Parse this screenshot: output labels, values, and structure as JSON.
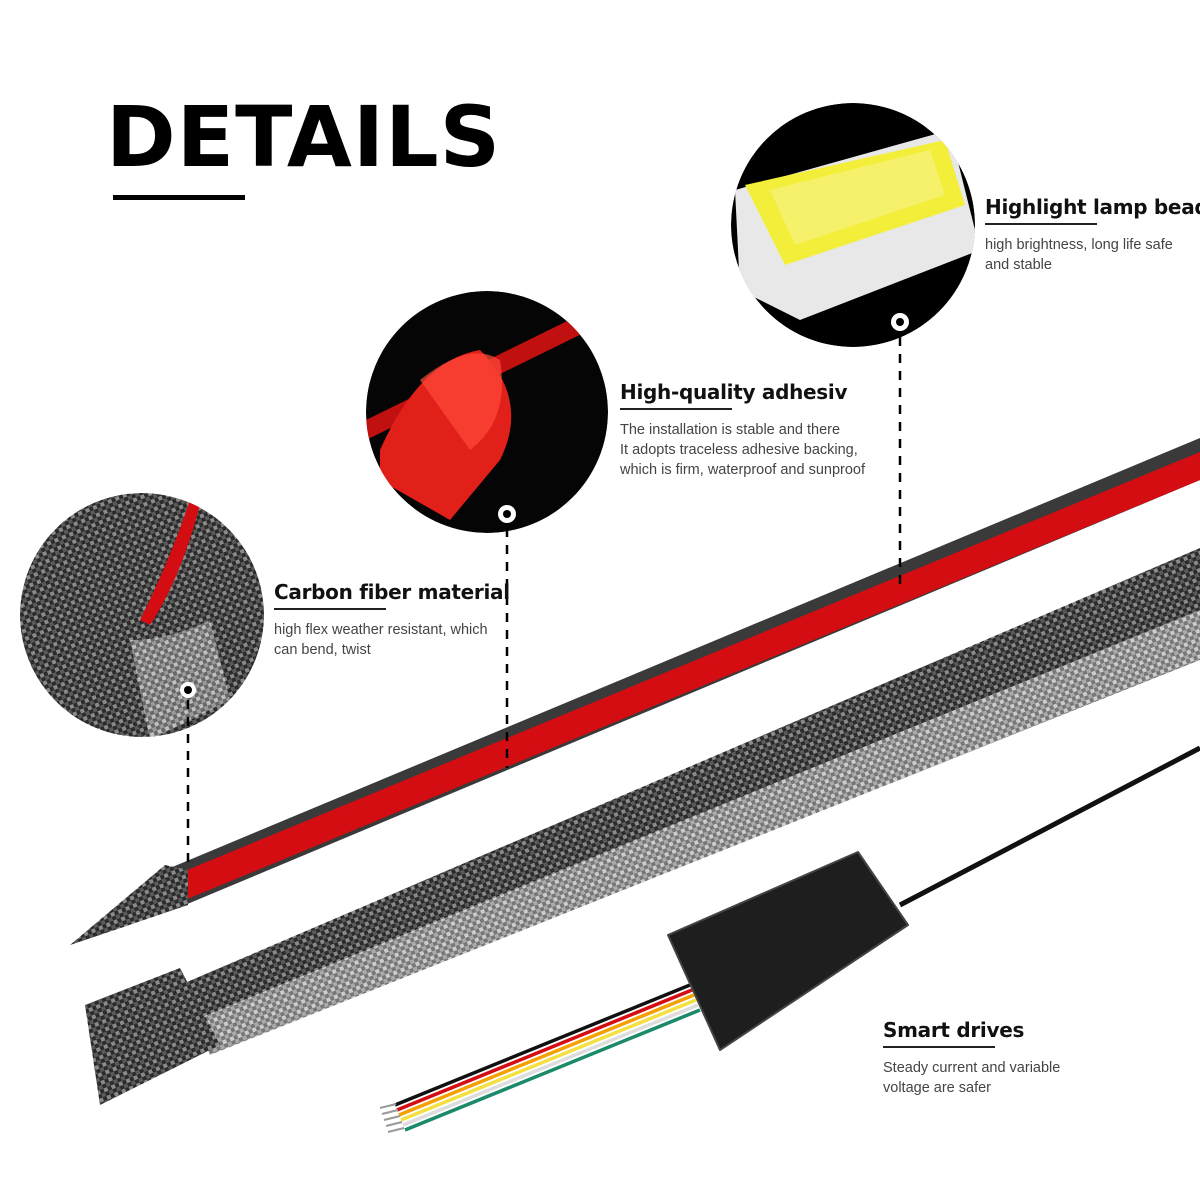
{
  "title": "DETAILS",
  "features": [
    {
      "heading": "Highlight lamp beads",
      "lines": [
        "high brightness, long life safe",
        "and stable"
      ]
    },
    {
      "heading": "High-quality adhesiv",
      "lines": [
        "The installation is stable and there",
        "It adopts traceless adhesive backing,",
        "which is firm, waterproof and sunproof"
      ]
    },
    {
      "heading": "Carbon fiber material",
      "lines": [
        "high flex weather resistant, which",
        "can bend, twist"
      ]
    },
    {
      "heading": "Smart drives",
      "lines": [
        "Steady current and variable",
        "voltage are safer"
      ]
    }
  ],
  "colors": {
    "accent_red": "#d40d12",
    "led_yellow": "#f2ee3a",
    "carbon_dark": "#2a2a2a"
  }
}
